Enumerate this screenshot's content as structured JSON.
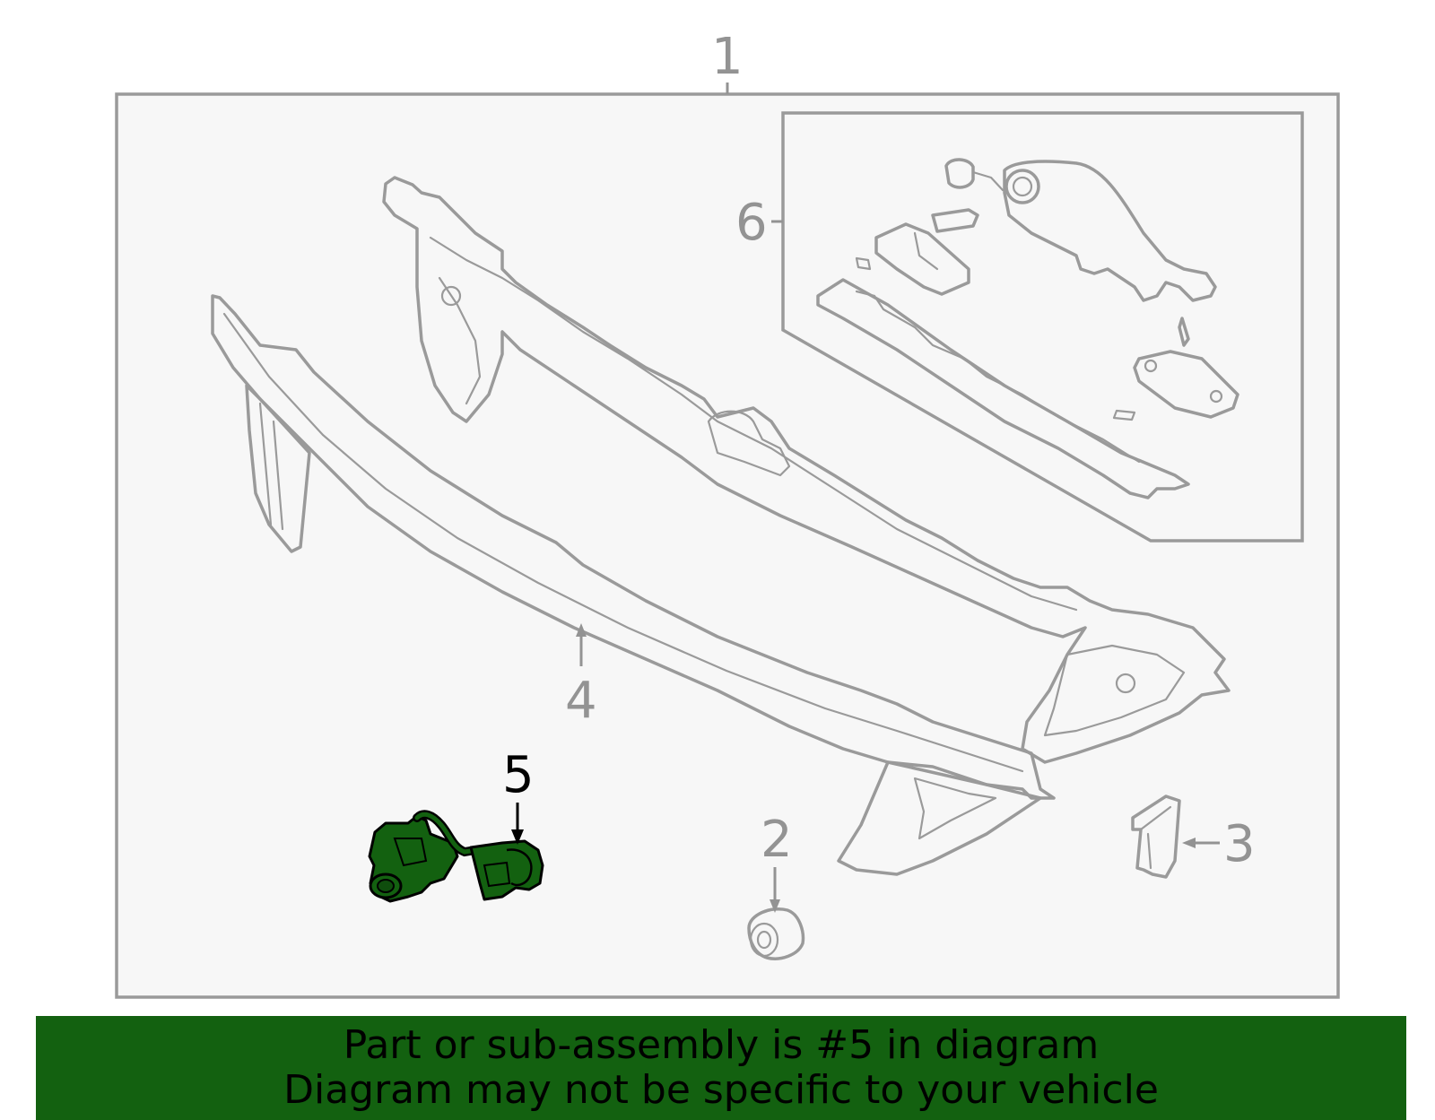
{
  "diagram": {
    "callouts": [
      {
        "id": "1",
        "label": "1"
      },
      {
        "id": "2",
        "label": "2"
      },
      {
        "id": "3",
        "label": "3"
      },
      {
        "id": "4",
        "label": "4"
      },
      {
        "id": "5",
        "label": "5",
        "highlighted": true
      },
      {
        "id": "6",
        "label": "6"
      }
    ],
    "colors": {
      "line": "#9a9a9a",
      "panel": "#f7f7f7",
      "highlight": "#136110",
      "banner": "#136110"
    }
  },
  "banner": {
    "line1": "Part or sub-assembly is #5 in diagram",
    "line2": "Diagram may not be specific to your vehicle"
  }
}
